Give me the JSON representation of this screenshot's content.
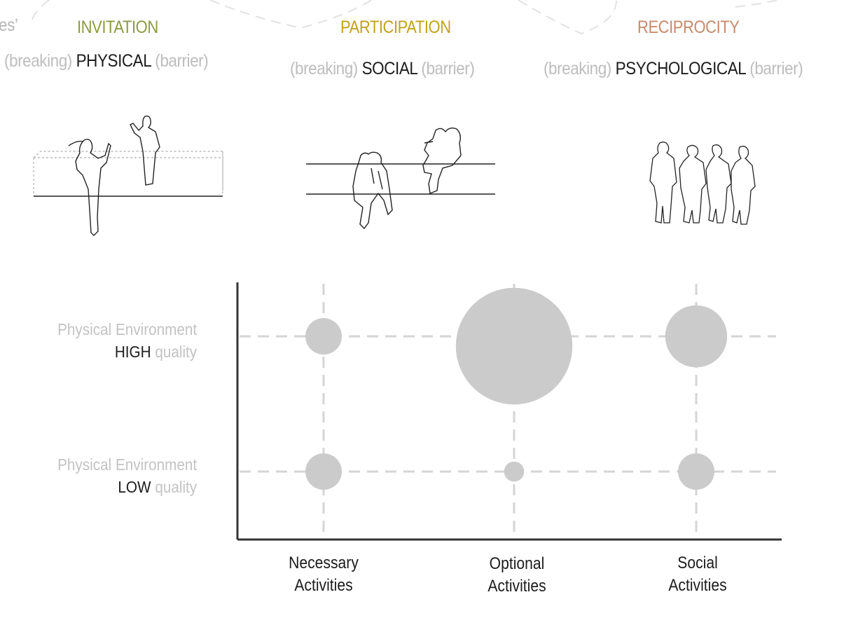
{
  "edge_fragment": "es’",
  "stages": [
    {
      "title": "INVITATION",
      "color": "#8c9a45",
      "prefix": "(breaking)",
      "key": "PHYSICAL",
      "suffix": "(barrier)"
    },
    {
      "title": "PARTICIPATION",
      "color": "#c2a21b",
      "prefix": "(breaking)",
      "key": "SOCIAL",
      "suffix": "(barrier)"
    },
    {
      "title": "RECIPROCITY",
      "color": "#c98a6c",
      "prefix": "(breaking)",
      "key": "PSYCHOLOGICAL",
      "suffix": "(barrier)"
    }
  ],
  "y_labels": [
    {
      "line1": "Physical Environment",
      "key": "HIGH",
      "suffix": "quality"
    },
    {
      "line1": "Physical Environment",
      "key": "LOW",
      "suffix": "quality"
    }
  ],
  "x_labels": [
    {
      "line1": "Necessary",
      "line2": "Activities"
    },
    {
      "line1": "Optional",
      "line2": "Activities"
    },
    {
      "line1": "Social",
      "line2": "Activities"
    }
  ],
  "bubble_color": "#cbcbcb",
  "chart_data": {
    "type": "scatter",
    "categories": [
      "Necessary Activities",
      "Optional Activities",
      "Social Activities"
    ],
    "rows": [
      "HIGH quality",
      "LOW quality"
    ],
    "bubble_size_relative": [
      {
        "category": "Necessary Activities",
        "row": "HIGH quality",
        "size": 1.0
      },
      {
        "category": "Optional Activities",
        "row": "HIGH quality",
        "size": 3.2
      },
      {
        "category": "Social Activities",
        "row": "HIGH quality",
        "size": 1.7
      },
      {
        "category": "Necessary Activities",
        "row": "LOW quality",
        "size": 1.0
      },
      {
        "category": "Optional Activities",
        "row": "LOW quality",
        "size": 0.55
      },
      {
        "category": "Social Activities",
        "row": "LOW quality",
        "size": 1.0
      }
    ],
    "grid": "dashed"
  }
}
